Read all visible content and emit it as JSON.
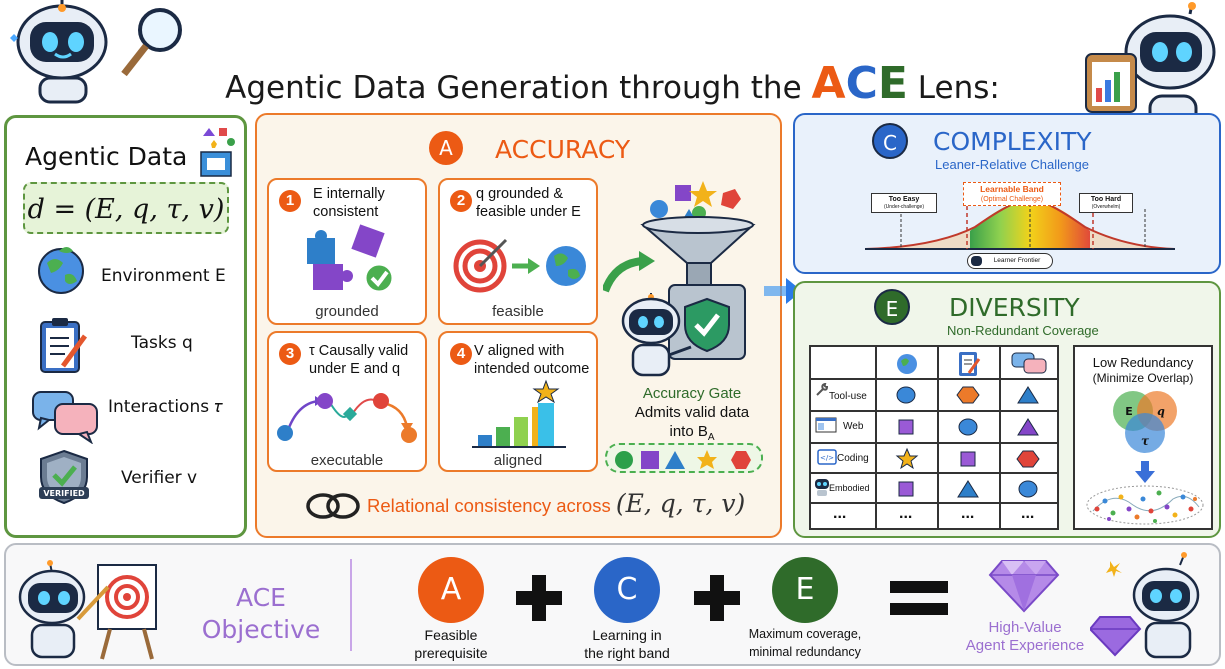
{
  "title": {
    "prefix": "Agentic Data Generation through the ",
    "letter_a": "A",
    "letter_c": "C",
    "letter_e": "E",
    "suffix": " Lens:"
  },
  "agentic_data": {
    "heading": "Agentic Data",
    "formula": "d = (E, q, τ, v)",
    "items": [
      {
        "icon": "globe-icon",
        "label": "Environment E"
      },
      {
        "icon": "clipboard-icon",
        "label": "Tasks q"
      },
      {
        "icon": "chat-bubbles-icon",
        "label": "Interactions 𝜏"
      },
      {
        "icon": "verified-shield-icon",
        "label": "Verifier v"
      }
    ]
  },
  "accuracy": {
    "badge": "A",
    "heading": "ACCURACY",
    "boxes": [
      {
        "num": "1",
        "text_line1": "E internally",
        "text_line2": "consistent",
        "caption": "grounded"
      },
      {
        "num": "2",
        "text_line1": "q grounded &",
        "text_line2": "feasible under E",
        "caption": "feasible"
      },
      {
        "num": "3",
        "text_line1": "τ Causally valid",
        "text_line2": "under E and q",
        "caption": "executable"
      },
      {
        "num": "4",
        "text_line1": "V aligned with",
        "text_line2": "intended outcome",
        "caption": "aligned"
      }
    ],
    "gate_title": "Accuracy Gate",
    "gate_line1": "Admits valid data",
    "gate_line2": "into B",
    "gate_sub": "A",
    "relational": "Relational consistency across",
    "relational_math": "(E, q, τ, v)"
  },
  "complexity": {
    "badge": "C",
    "heading": "COMPLEXITY",
    "subheading": "Leaner-Relative Challenge",
    "too_easy": "Too Easy",
    "too_easy_sub": "(Under-challenge)",
    "band": "Learnable Band",
    "band_sub": "(Optimal Challenge)",
    "too_hard": "Too Hard",
    "too_hard_sub": "(Overwhelm)",
    "frontier": "Learner Frontier"
  },
  "diversity": {
    "badge": "E",
    "heading": "DIVERSITY",
    "subheading": "Non-Redundant Coverage",
    "rows": [
      "Tool-use",
      "Web",
      "Coding",
      "Embodied",
      "..."
    ],
    "more": "...",
    "low_redundancy": "Low Redundancy",
    "low_redundancy_sub": "(Minimize Overlap)",
    "venn": [
      "E",
      "q",
      "τ"
    ]
  },
  "objective": {
    "label_line1": "ACE",
    "label_line2": "Objective",
    "a": "A",
    "c": "C",
    "e": "E",
    "a_desc1": "Feasible",
    "a_desc2": "prerequisite",
    "c_desc1": "Learning in",
    "c_desc2": "the right band",
    "e_desc1": "Maximum coverage,",
    "e_desc2": "minimal redundancy",
    "result1": "High-Value",
    "result2": "Agent Experience"
  },
  "colors": {
    "accuracy": "#ec5a14",
    "complexity": "#2a66c8",
    "diversity": "#2f6b2a",
    "purple": "#9b6fd0"
  }
}
